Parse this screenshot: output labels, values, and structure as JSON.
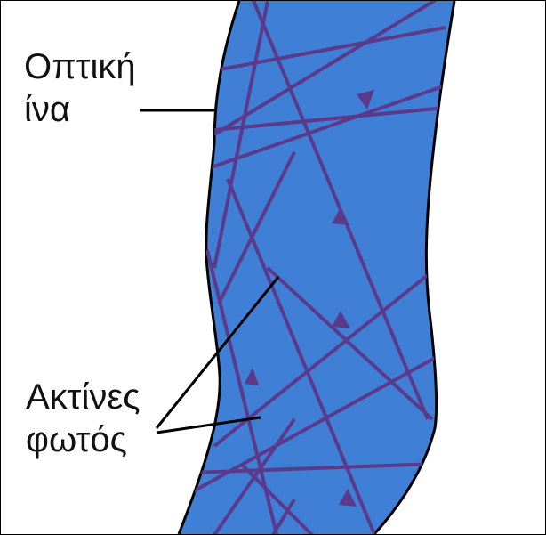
{
  "labels": {
    "fiber_line1": "Οπτική",
    "fiber_line2": "ίνα",
    "rays_line1": "Ακτίνες",
    "rays_line2": "φωτός"
  },
  "colors": {
    "fiber_fill": "#3f7fd6",
    "fiber_edge": "#000000",
    "ray": "#5b3a8c",
    "leader": "#000000",
    "background": "#ffffff"
  }
}
